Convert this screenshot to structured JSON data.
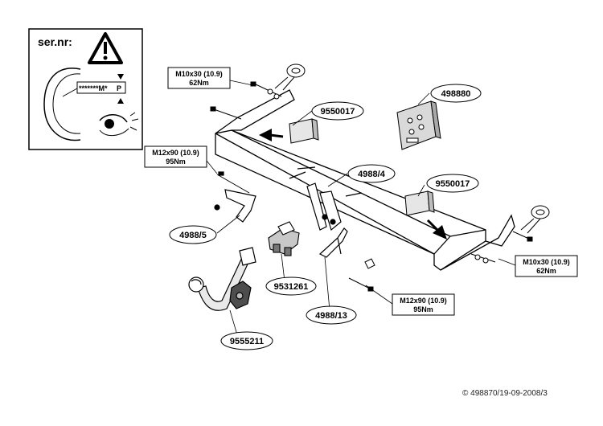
{
  "inset": {
    "title": "ser.nr:",
    "code_mask": "*******M*",
    "code_suffix": "P"
  },
  "bolt_specs": {
    "top_left": {
      "size": "M10x30 (10.9)",
      "torque": "62Nm"
    },
    "mid_left": {
      "size": "M12x90 (10.9)",
      "torque": "95Nm"
    },
    "right": {
      "size": "M10x30 (10.9)",
      "torque": "62Nm"
    },
    "bottom": {
      "size": "M12x90 (10.9)",
      "torque": "95Nm"
    }
  },
  "part_labels": {
    "tape_left": "9550017",
    "tape_right": "9550017",
    "socket_module": "498880",
    "center_bracket": "4988/4",
    "left_bracket": "4988/5",
    "electrical_bracket": "9531261",
    "lower_bracket": "4988/13",
    "ball_neck": "9555211"
  },
  "copyright": {
    "symbol": "©",
    "text": "498870/19-09-2008/3"
  }
}
